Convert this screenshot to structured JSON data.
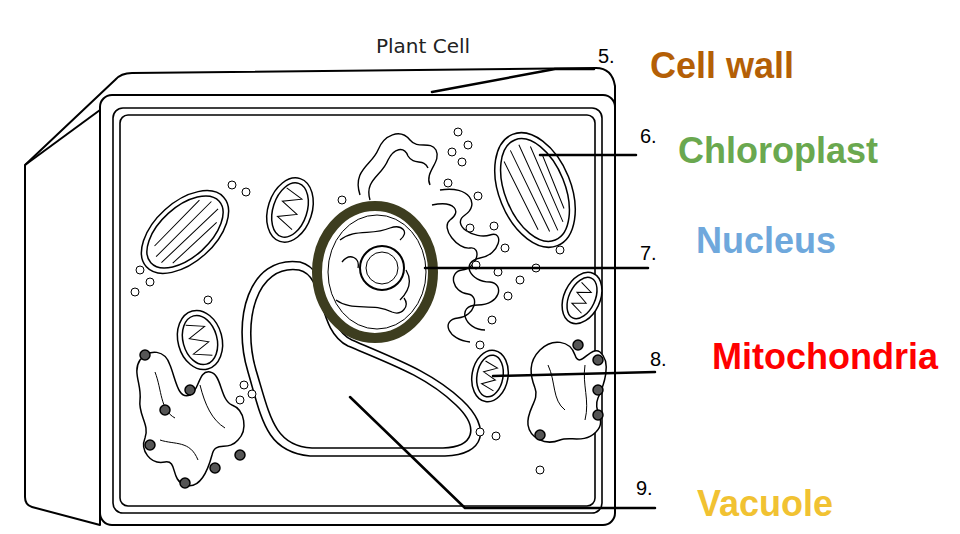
{
  "diagram": {
    "title": "Plant Cell",
    "labels": [
      "5.",
      "Cell wall",
      "6.",
      "Chloroplast",
      "7.",
      "Nucleus",
      "8.",
      "Mitochondria",
      "9.",
      "Vacuole"
    ]
  }
}
